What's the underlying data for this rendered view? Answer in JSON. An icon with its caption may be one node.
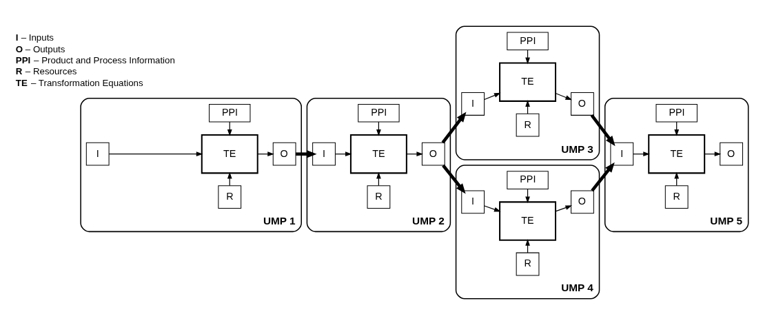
{
  "diagram": {
    "nodes": [
      {
        "text": [
          "UMP 1"
        ]
      },
      {
        "text": [
          "PPI"
        ],
        "in": 0
      },
      {
        "text": [
          "I"
        ],
        "in": 0
      },
      {
        "text": [
          "TE"
        ],
        "in": 0
      },
      {
        "text": [
          "O"
        ],
        "in": 0
      },
      {
        "text": [
          "R"
        ],
        "in": 0
      },
      {
        "text": [
          "UMP 2"
        ]
      },
      {
        "text": [
          "PPI"
        ],
        "in": 6
      },
      {
        "text": [
          "I"
        ],
        "in": 6
      },
      {
        "text": [
          "TE"
        ],
        "in": 6
      },
      {
        "text": [
          "O"
        ],
        "in": 6
      },
      {
        "text": [
          "R"
        ],
        "in": 6
      },
      {
        "text": [
          "UMP 3"
        ]
      },
      {
        "text": [
          "PPI"
        ],
        "in": 12
      },
      {
        "text": [
          "I"
        ],
        "in": 12
      },
      {
        "text": [
          "TE"
        ],
        "in": 12
      },
      {
        "text": [
          "O"
        ],
        "in": 12
      },
      {
        "text": [
          "R"
        ],
        "in": 12
      },
      {
        "text": [
          "UMP 4"
        ]
      },
      {
        "text": [
          "PPI"
        ],
        "in": 18
      },
      {
        "text": [
          "I"
        ],
        "in": 18
      },
      {
        "text": [
          "TE"
        ],
        "in": 18
      },
      {
        "text": [
          "O"
        ],
        "in": 18
      },
      {
        "text": [
          "R"
        ],
        "in": 18
      },
      {
        "text": [
          "UMP 5"
        ]
      },
      {
        "text": [
          "PPI"
        ],
        "in": 24
      },
      {
        "text": [
          "I"
        ],
        "in": 24
      },
      {
        "text": [
          "TE"
        ],
        "in": 24
      },
      {
        "text": [
          "O"
        ],
        "in": 24
      },
      {
        "text": [
          "R"
        ],
        "in": 24
      }
    ],
    "edges": [
      {
        "from": 1,
        "to": 3,
        "arrow": "to"
      },
      {
        "from": 2,
        "to": 3,
        "arrow": "to"
      },
      {
        "from": 3,
        "to": 4,
        "arrow": "to"
      },
      {
        "from": 5,
        "to": 3,
        "arrow": "to"
      },
      {
        "from": 4,
        "to": 8,
        "arrow": "to",
        "style": "thick"
      },
      {
        "from": 7,
        "to": 9,
        "arrow": "to"
      },
      {
        "from": 8,
        "to": 9,
        "arrow": "to"
      },
      {
        "from": 9,
        "to": 10,
        "arrow": "to"
      },
      {
        "from": 11,
        "to": 9,
        "arrow": "to"
      },
      {
        "from": 10,
        "to": 14,
        "arrow": "to",
        "style": "thick"
      },
      {
        "from": 10,
        "to": 20,
        "arrow": "to",
        "style": "thick"
      },
      {
        "from": 13,
        "to": 15,
        "arrow": "to"
      },
      {
        "from": 14,
        "to": 15,
        "arrow": "to"
      },
      {
        "from": 15,
        "to": 16,
        "arrow": "to"
      },
      {
        "from": 17,
        "to": 15,
        "arrow": "to"
      },
      {
        "from": 19,
        "to": 21,
        "arrow": "to"
      },
      {
        "from": 20,
        "to": 21,
        "arrow": "to"
      },
      {
        "from": 21,
        "to": 22,
        "arrow": "to"
      },
      {
        "from": 23,
        "to": 21,
        "arrow": "to"
      },
      {
        "from": 16,
        "to": 26,
        "arrow": "to",
        "style": "thick"
      },
      {
        "from": 22,
        "to": 26,
        "arrow": "to",
        "style": "thick"
      },
      {
        "from": 25,
        "to": 27,
        "arrow": "to"
      },
      {
        "from": 26,
        "to": 27,
        "arrow": "to"
      },
      {
        "from": 27,
        "to": 28,
        "arrow": "to"
      },
      {
        "from": 29,
        "to": 27,
        "arrow": "to"
      }
    ],
    "labels": [
      "**I** – Inputs",
      "**O** – Outputs",
      "**PPI** – Product and Process Information",
      "**R** – Resources",
      "**TE** – Transformation Equations"
    ]
  }
}
